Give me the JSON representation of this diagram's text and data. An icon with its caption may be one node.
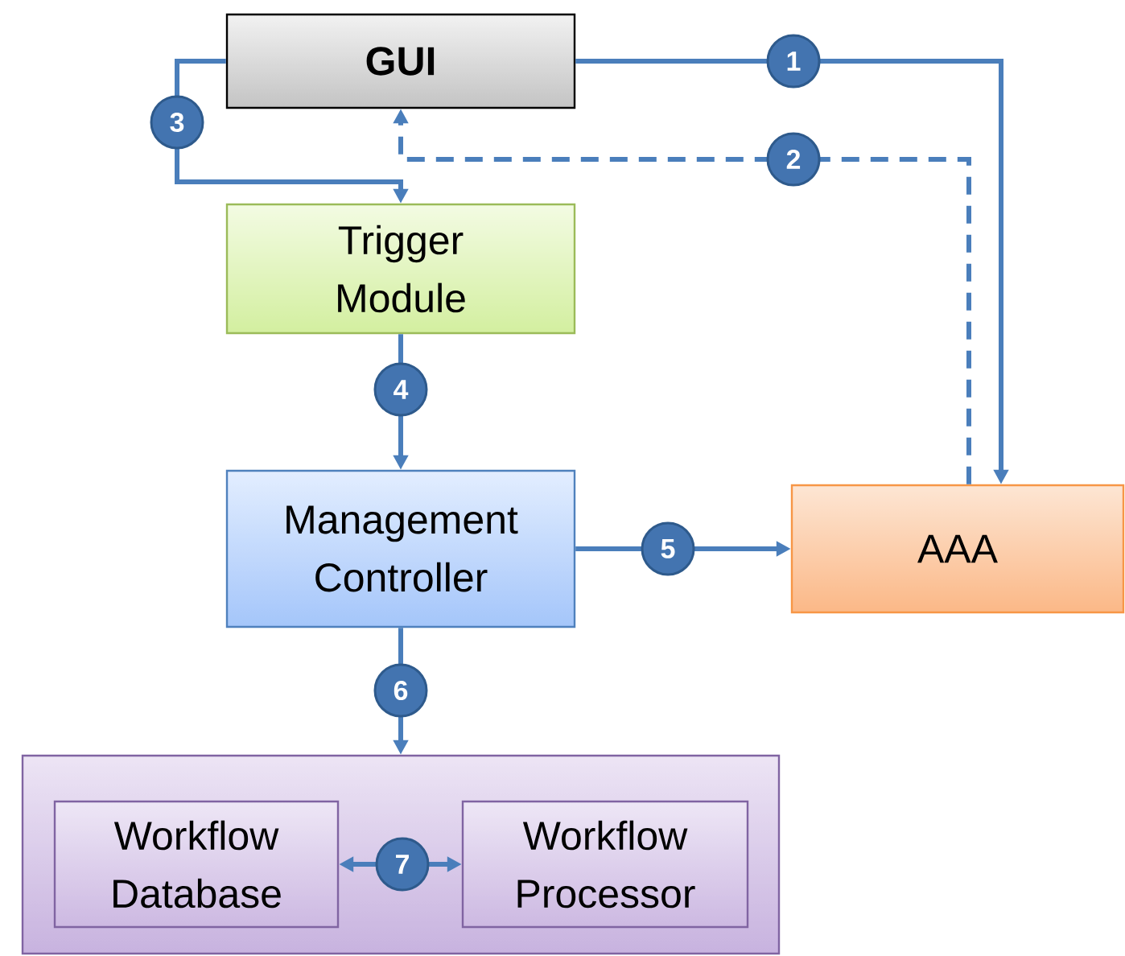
{
  "diagram": {
    "nodes": [
      {
        "text": [
          "GUI"
        ]
      },
      {
        "text": [
          "Trigger Module"
        ]
      },
      {
        "text": [
          "Management Controller"
        ]
      },
      {
        "text": [
          "AAA"
        ]
      },
      {
        "text": [],
        "shape": "box"
      },
      {
        "text": [
          "Workflow Database"
        ],
        "in": 4
      },
      {
        "text": [
          "Workflow Processor"
        ],
        "in": 4
      }
    ],
    "edges": [
      {
        "from": 0,
        "to": 3,
        "arrow": "to",
        "label": "1"
      },
      {
        "from": 3,
        "to": 0,
        "arrow": "to",
        "label": "2",
        "style": "dashed"
      },
      {
        "from": 0,
        "to": 1,
        "arrow": "to",
        "label": "3"
      },
      {
        "from": 1,
        "to": 2,
        "arrow": "to",
        "label": "4"
      },
      {
        "from": 2,
        "to": 3,
        "arrow": "to",
        "label": "5"
      },
      {
        "from": 2,
        "to": 4,
        "arrow": "to",
        "label": "6"
      },
      {
        "from": 5,
        "to": 6,
        "arrow": "both",
        "label": "7"
      }
    ]
  }
}
